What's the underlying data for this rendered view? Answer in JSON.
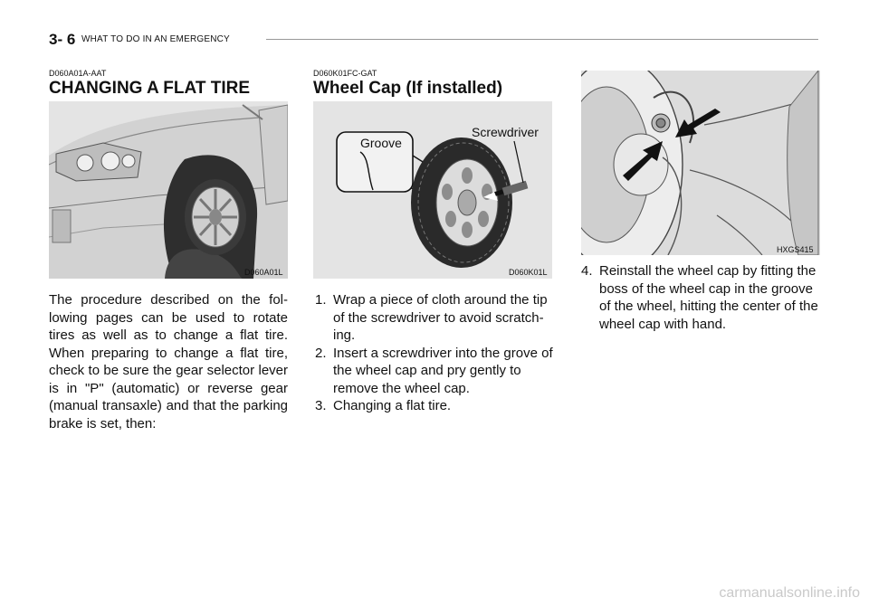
{
  "header": {
    "page_number": "3- 6",
    "section_title": "WHAT TO DO IN AN EMERGENCY"
  },
  "col1": {
    "code": "D060A01A-AAT",
    "heading": "CHANGING A FLAT TIRE",
    "figure_code": "D060A01L",
    "body": "The procedure described on the fol-lowing pages can be used to rotate tires as well as to change a flat tire. When preparing to change a flat tire, check to be sure the gear selector lever is in \"P\" (automatic) or reverse gear (manual transaxle) and that the parking brake is set, then:"
  },
  "col2": {
    "code": "D060K01FC-GAT",
    "heading": "Wheel Cap (If installed)",
    "figure_code": "D060K01L",
    "label_groove": "Groove",
    "label_screwdriver": "Screwdriver",
    "steps": [
      {
        "num": "1.",
        "text": "Wrap a piece of cloth around the tip of the screwdriver to avoid scratch-ing."
      },
      {
        "num": "2.",
        "text": "Insert a screwdriver into the grove of the wheel cap and pry gently to remove the wheel cap."
      },
      {
        "num": "3.",
        "text": "Changing a flat tire."
      }
    ]
  },
  "col3": {
    "figure_code": "HXGS415",
    "steps": [
      {
        "num": "4.",
        "text": "Reinstall the wheel cap by fitting the boss of the wheel cap in the groove of the wheel, hitting the center of the wheel cap with hand."
      }
    ]
  },
  "footer": {
    "watermark": "carmanualsonline.info"
  }
}
